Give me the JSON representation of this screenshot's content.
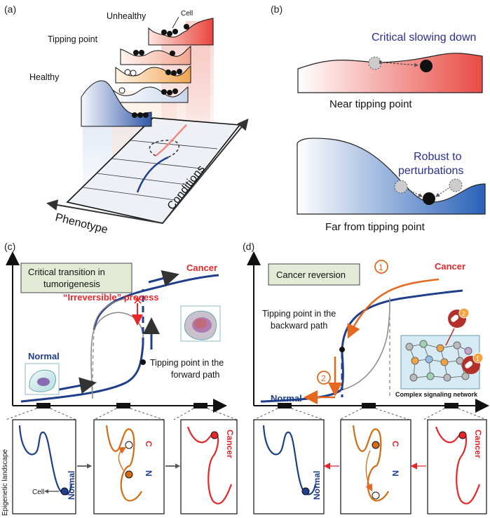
{
  "panel_a": {
    "label": "(a)",
    "states": [
      "Unhealthy",
      "Tipping point",
      "Healthy"
    ],
    "cell_label": "Cell",
    "axis_phenotype": "Phenotype",
    "axis_conditions": "Conditions"
  },
  "panel_b": {
    "label": "(b)",
    "top_title": "Critical slowing down",
    "top_caption": "Near tipping point",
    "bottom_title_line1": "Robust to",
    "bottom_title_line2": "perturbations",
    "bottom_caption": "Far from tipping point"
  },
  "panel_c": {
    "label": "(c)",
    "box_line1": "Critical transition in",
    "box_line2": "tumorigenesis",
    "cancer": "Cancer",
    "normal": "Normal",
    "irreversible": "“Irreversible” process",
    "tip_line1": "Tipping point in the",
    "tip_line2": "forward path"
  },
  "panel_d": {
    "label": "(d)",
    "box": "Cancer reversion",
    "cancer": "Cancer",
    "normal": "Normal",
    "tip_line1": "Tipping point in the",
    "tip_line2": "backward path",
    "step1": "1",
    "step2": "2",
    "network": "Complex signaling network"
  },
  "landscape": {
    "ylabel": "Epigenetic landscape",
    "cell": "Cell",
    "normal": "Normal",
    "cancer": "Cancer",
    "c": "C",
    "n": "N"
  },
  "colors": {
    "blue": "#1f3f8a",
    "red": "#e8262a",
    "orange": "#e5681e",
    "navy_text": "#2b2f8f"
  }
}
